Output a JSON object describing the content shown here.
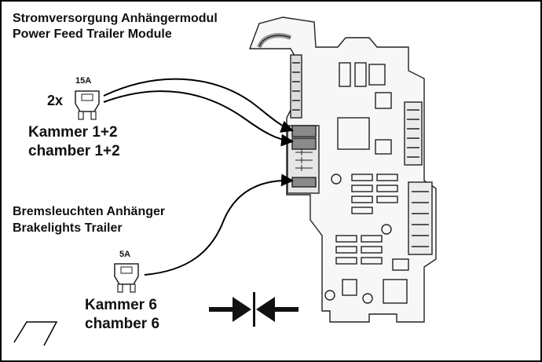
{
  "title": {
    "line1": "Stromversorgung Anhängermodul",
    "line2": "Power Feed Trailer Module"
  },
  "fuse_group_top": {
    "quantity": "2x",
    "rating": "15A",
    "chamber_de": "Kammer 1+2",
    "chamber_en": "chamber 1+2"
  },
  "brakelights": {
    "line1": "Bremsleuchten Anhänger",
    "line2": "Brakelights Trailer"
  },
  "fuse_bottom": {
    "rating": "5A",
    "chamber_de": "Kammer 6",
    "chamber_en": "chamber 6"
  },
  "icons": [
    "fuse-icon",
    "module-icon",
    "insert-arrows-icon",
    "cut-corner-icon"
  ]
}
